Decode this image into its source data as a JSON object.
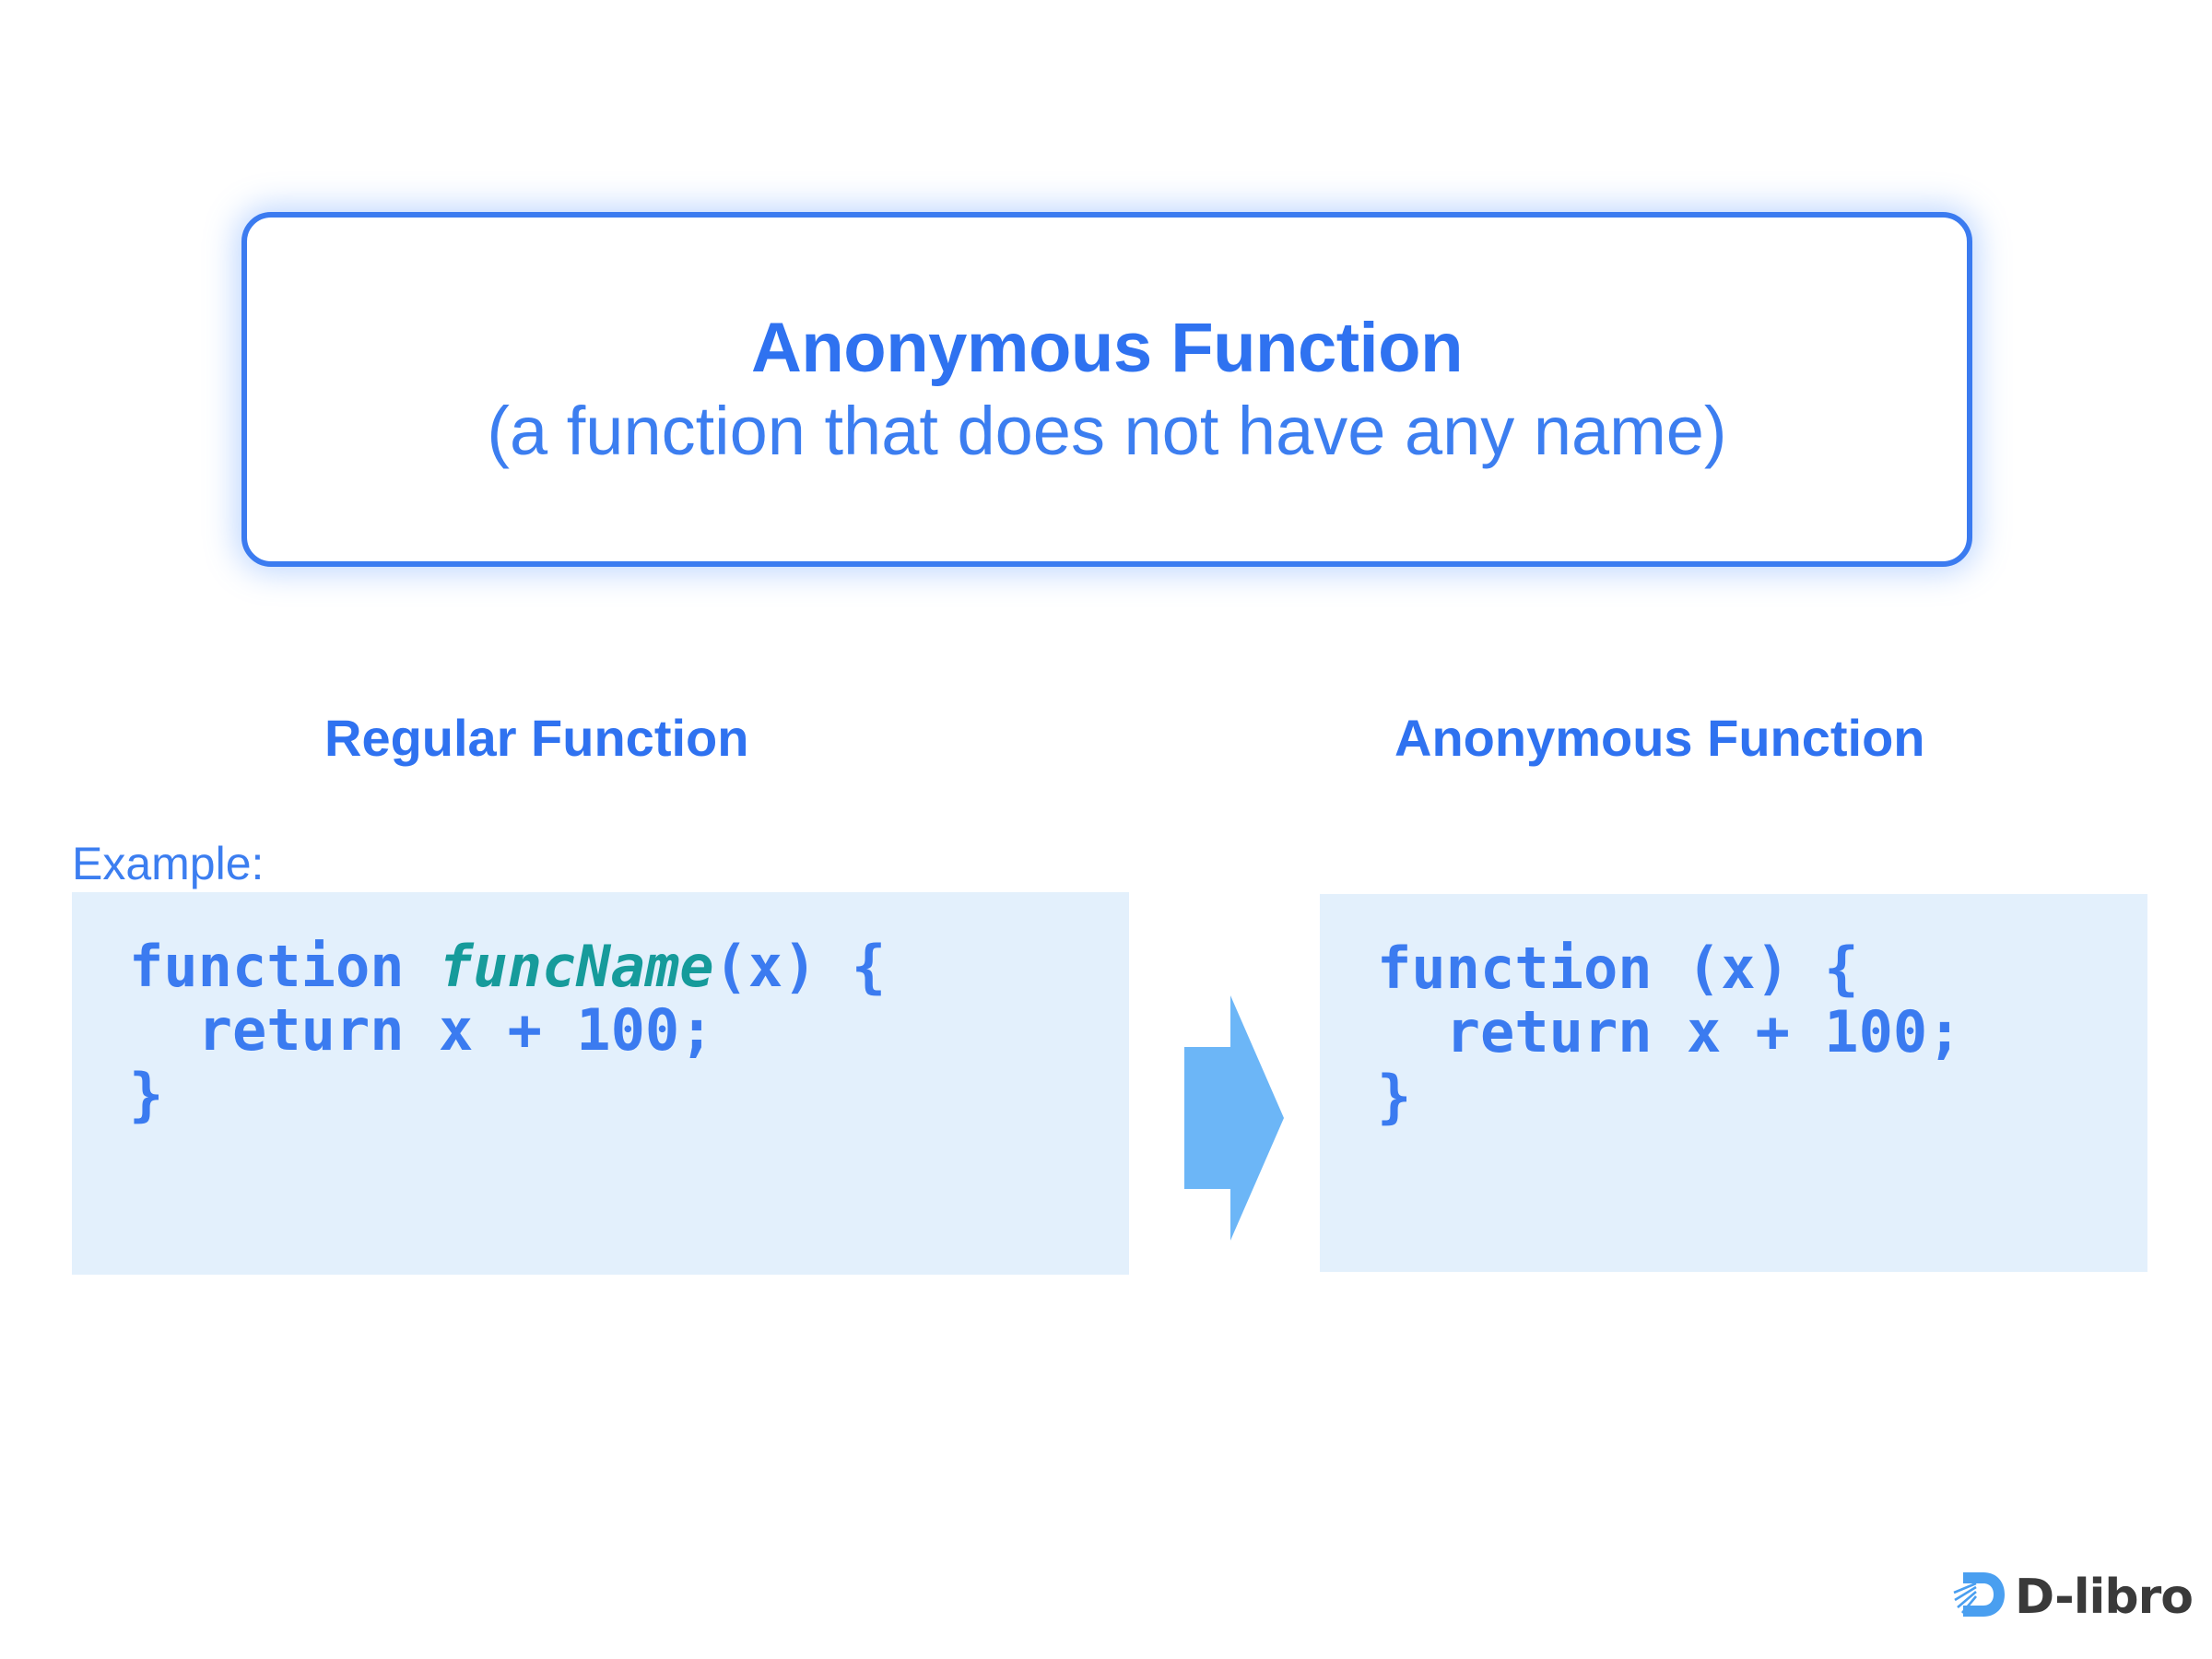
{
  "slide": {
    "background_color": "#ffffff",
    "accent_blue": "#3b7bf0",
    "code_bg": "#e3f0fc",
    "code_text_color": "#3b7bf0",
    "func_name_color": "#169b9b",
    "arrow_color": "#6cb6f7"
  },
  "title_box": {
    "heading": "Anonymous Function",
    "subheading": "(a function that does not have any name)"
  },
  "columns": {
    "left": {
      "heading": "Regular Function",
      "example_label": "Example:",
      "code": {
        "line1_keyword": "function ",
        "line1_name": "funcName",
        "line1_rest": "(x) {",
        "line2": "  return x + 100;",
        "line3": "}"
      }
    },
    "right": {
      "heading": "Anonymous Function",
      "code": {
        "line1": "function (x) {",
        "line2": "  return x + 100;",
        "line3": "}"
      }
    }
  },
  "arrow": {
    "icon_name": "right-block-arrow",
    "direction": "right"
  },
  "logo": {
    "text": "D-libro",
    "mark_name": "d-libro-book-icon",
    "mark_color": "#4a9ff0",
    "text_color": "#3a3a3a"
  }
}
